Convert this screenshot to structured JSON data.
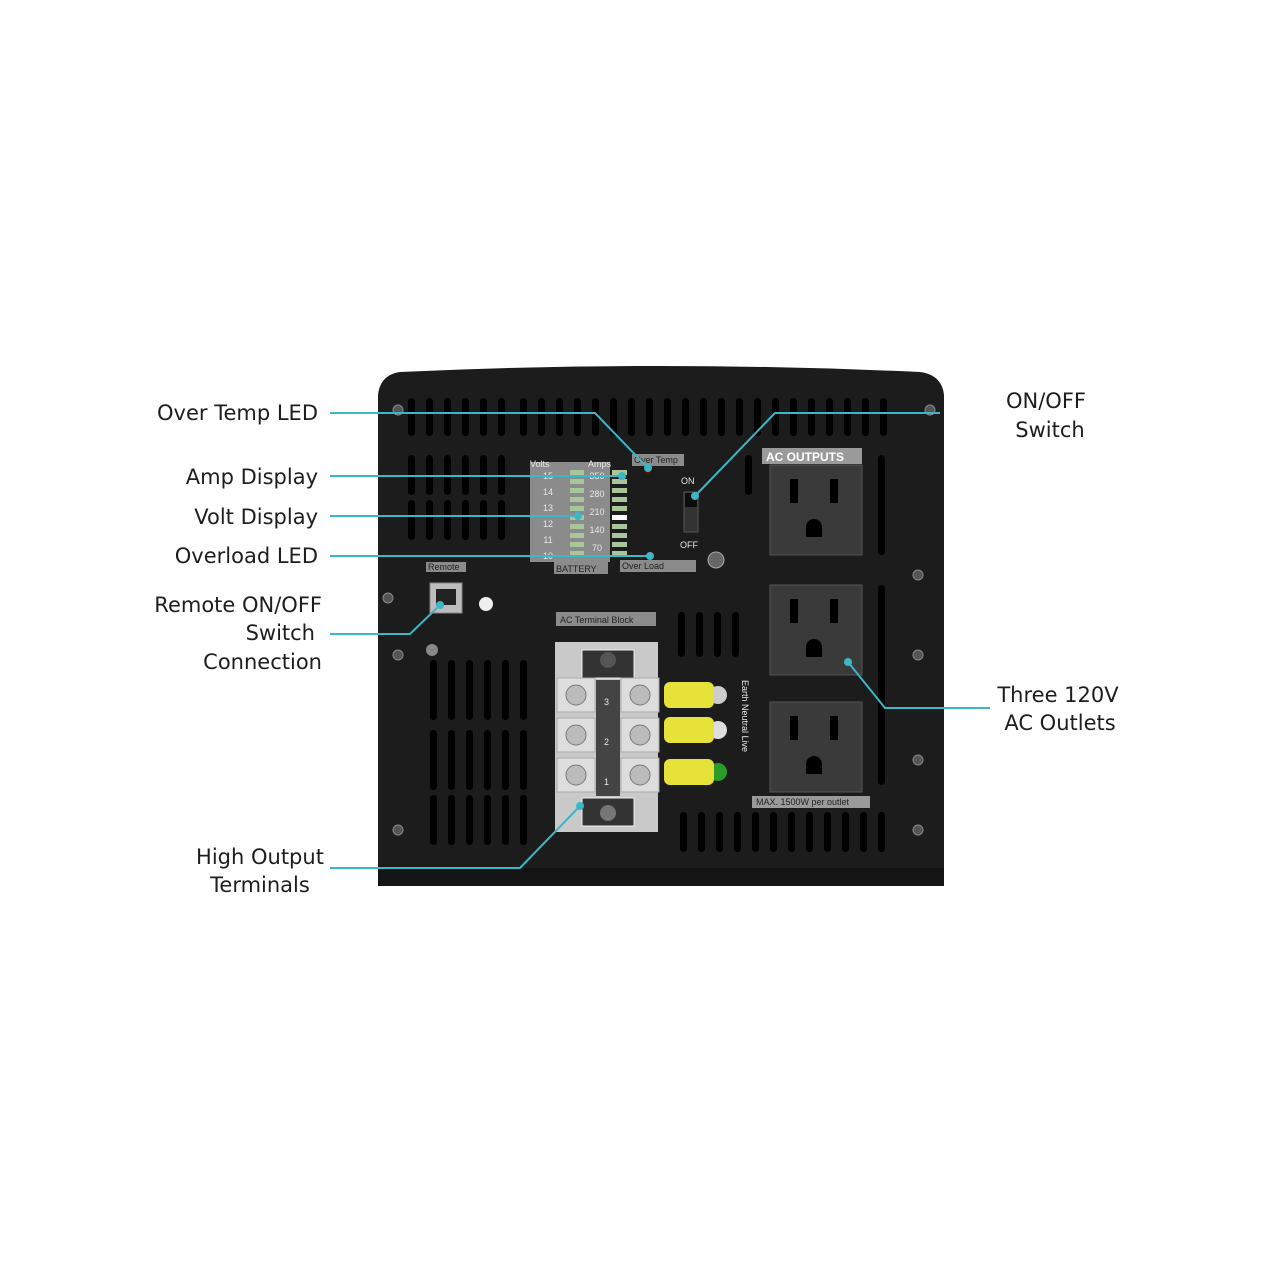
{
  "callouts": {
    "over_temp_led": "Over Temp LED",
    "amp_display": "Amp Display",
    "volt_display": "Volt Display",
    "overload_led": "Overload LED",
    "remote": [
      "Remote ON/OFF",
      "Switch",
      "Connection"
    ],
    "on_off": [
      "ON/OFF",
      "Switch"
    ],
    "outlets": [
      "Three 120V",
      "AC Outlets"
    ],
    "terminals": [
      "High Output",
      "Terminals"
    ]
  },
  "panel": {
    "volts_label": "Volts",
    "amps_label": "Amps",
    "volts_scale": [
      "15",
      "14",
      "13",
      "12",
      "11",
      "10"
    ],
    "amps_scale": [
      "350",
      "280",
      "210",
      "140",
      "70"
    ],
    "battery_label": "BATTERY",
    "over_temp_label": "Over Temp",
    "over_load_label": "Over Load",
    "on_label": "ON",
    "off_label": "OFF",
    "ac_outputs_label": "AC OUTPUTS",
    "remote_label": "Remote",
    "terminal_block_label": "AC Terminal Block",
    "terminal_numbers": [
      "3",
      "2",
      "1"
    ],
    "wire_labels": "Earth Neutral Live",
    "max_label": "MAX. 1500W per outlet"
  },
  "colors": {
    "leader": "#3db6c6",
    "body": "#1c1c1c",
    "wire_cap": "#e6e23a"
  }
}
